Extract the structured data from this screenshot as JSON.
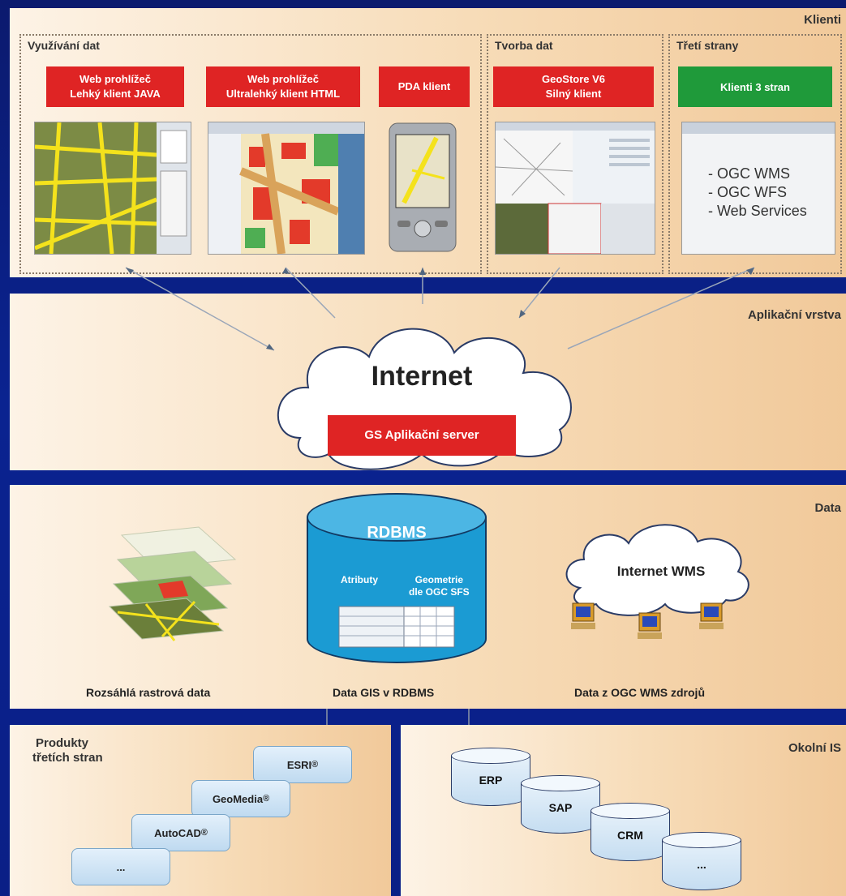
{
  "bands": {
    "klienti": "Klienti",
    "aplikacni": "Aplikační vrstva",
    "data": "Data",
    "okolni": "Okolní IS"
  },
  "groups": {
    "vyuzivani": "Využívání dat",
    "tvorba": "Tvorba dat",
    "treti": "Třetí strany"
  },
  "clients": {
    "java": [
      "Web prohlížeč",
      "Lehký klient JAVA"
    ],
    "html": [
      "Web prohlížeč",
      "Ultralehký klient HTML"
    ],
    "pda": "PDA klient",
    "geostore": [
      "GeoStore V6",
      "Silný klient"
    ],
    "third": "Klienti 3 stran"
  },
  "services": [
    "- OGC WMS",
    "- OGC WFS",
    "- Web Services"
  ],
  "internet": {
    "title": "Internet",
    "server": "GS Aplikační server"
  },
  "data": {
    "rdbms": "RDBMS",
    "atributy": "Atributy",
    "geometrie": [
      "Geometrie",
      "dle OGC SFS"
    ],
    "wms_cloud": "Internet WMS",
    "captions": {
      "raster": "Rozsáhlá rastrová data",
      "gis": "Data GIS v RDBMS",
      "ogc": "Data z OGC WMS zdrojů"
    }
  },
  "products": {
    "title": [
      "Produkty",
      "třetích stran"
    ],
    "items": [
      "ESRI",
      "GeoMedia",
      "AutoCAD",
      "..."
    ],
    "reg": "®"
  },
  "systems": [
    "ERP",
    "SAP",
    "CRM",
    "..."
  ],
  "colors": {
    "red": "#df2424",
    "green": "#1f9a3a",
    "cylinder": "#1b9bd3",
    "band": "#f7dcb8"
  }
}
